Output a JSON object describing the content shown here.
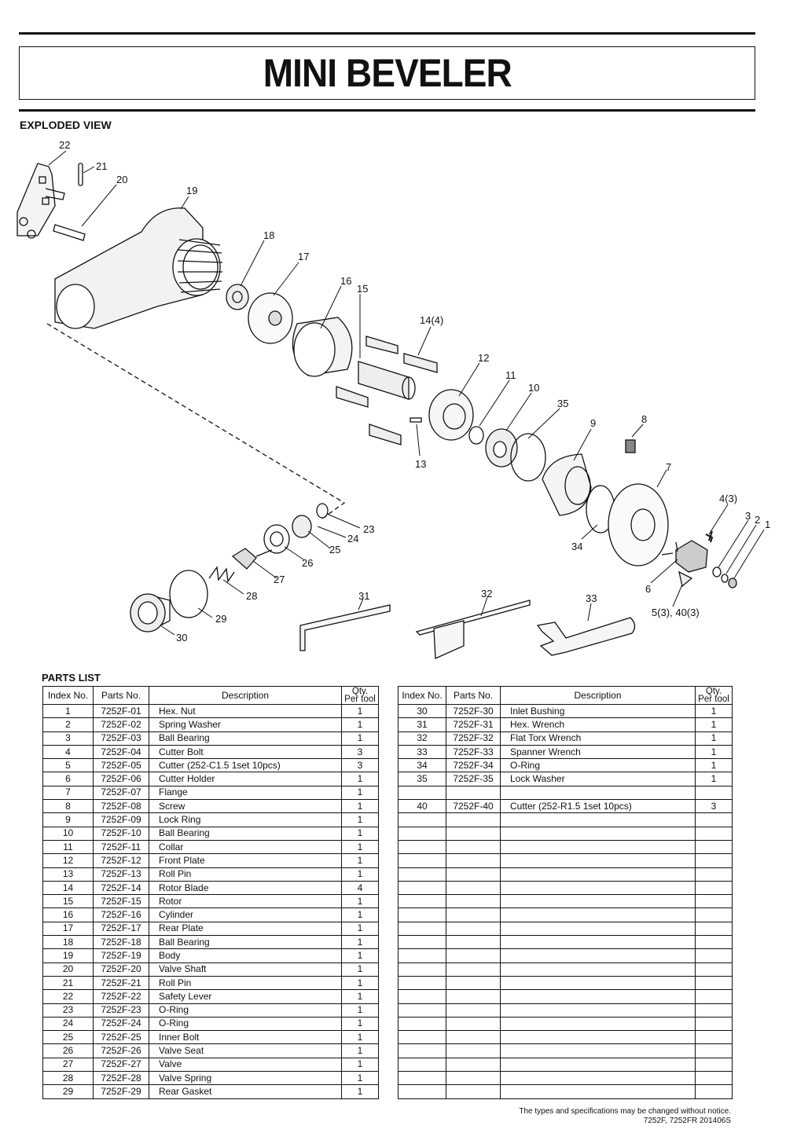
{
  "title": "MINI BEVELER",
  "exploded_view_heading": "EXPLODED VIEW",
  "parts_list_heading": "PARTS LIST",
  "callouts": [
    "22",
    "21",
    "20",
    "19",
    "18",
    "17",
    "16",
    "15",
    "14(4)",
    "12",
    "11",
    "10",
    "35",
    "9",
    "8",
    "13",
    "7",
    "4(3)",
    "3",
    "2",
    "1",
    "34",
    "6",
    "5(3), 40(3)",
    "23",
    "24",
    "25",
    "26",
    "27",
    "28",
    "29",
    "30",
    "31",
    "32",
    "33"
  ],
  "table_headers": {
    "index": "Index No.",
    "parts": "Parts No.",
    "description": "Description",
    "qty_line1": "Qty.",
    "qty_line2": "Per tool"
  },
  "parts_left": [
    {
      "index": "1",
      "part": "7252F-01",
      "desc": "Hex. Nut",
      "qty": "1"
    },
    {
      "index": "2",
      "part": "7252F-02",
      "desc": "Spring Washer",
      "qty": "1"
    },
    {
      "index": "3",
      "part": "7252F-03",
      "desc": "Ball Bearing",
      "qty": "1"
    },
    {
      "index": "4",
      "part": "7252F-04",
      "desc": "Cutter Bolt",
      "qty": "3"
    },
    {
      "index": "5",
      "part": "7252F-05",
      "desc": "Cutter (252-C1.5 1set 10pcs)",
      "qty": "3"
    },
    {
      "index": "6",
      "part": "7252F-06",
      "desc": "Cutter Holder",
      "qty": "1"
    },
    {
      "index": "7",
      "part": "7252F-07",
      "desc": "Flange",
      "qty": "1"
    },
    {
      "index": "8",
      "part": "7252F-08",
      "desc": "Screw",
      "qty": "1"
    },
    {
      "index": "9",
      "part": "7252F-09",
      "desc": "Lock Ring",
      "qty": "1"
    },
    {
      "index": "10",
      "part": "7252F-10",
      "desc": "Ball Bearing",
      "qty": "1"
    },
    {
      "index": "11",
      "part": "7252F-11",
      "desc": "Collar",
      "qty": "1"
    },
    {
      "index": "12",
      "part": "7252F-12",
      "desc": "Front Plate",
      "qty": "1"
    },
    {
      "index": "13",
      "part": "7252F-13",
      "desc": "Roll Pin",
      "qty": "1"
    },
    {
      "index": "14",
      "part": "7252F-14",
      "desc": "Rotor Blade",
      "qty": "4"
    },
    {
      "index": "15",
      "part": "7252F-15",
      "desc": "Rotor",
      "qty": "1"
    },
    {
      "index": "16",
      "part": "7252F-16",
      "desc": "Cylinder",
      "qty": "1"
    },
    {
      "index": "17",
      "part": "7252F-17",
      "desc": "Rear Plate",
      "qty": "1"
    },
    {
      "index": "18",
      "part": "7252F-18",
      "desc": "Ball Bearing",
      "qty": "1"
    },
    {
      "index": "19",
      "part": "7252F-19",
      "desc": "Body",
      "qty": "1"
    },
    {
      "index": "20",
      "part": "7252F-20",
      "desc": "Valve Shaft",
      "qty": "1"
    },
    {
      "index": "21",
      "part": "7252F-21",
      "desc": "Roll Pin",
      "qty": "1"
    },
    {
      "index": "22",
      "part": "7252F-22",
      "desc": "Safety Lever",
      "qty": "1"
    },
    {
      "index": "23",
      "part": "7252F-23",
      "desc": "O-Ring",
      "qty": "1"
    },
    {
      "index": "24",
      "part": "7252F-24",
      "desc": "O-Ring",
      "qty": "1"
    },
    {
      "index": "25",
      "part": "7252F-25",
      "desc": "Inner Bolt",
      "qty": "1"
    },
    {
      "index": "26",
      "part": "7252F-26",
      "desc": "Valve Seat",
      "qty": "1"
    },
    {
      "index": "27",
      "part": "7252F-27",
      "desc": "Valve",
      "qty": "1"
    },
    {
      "index": "28",
      "part": "7252F-28",
      "desc": "Valve Spring",
      "qty": "1"
    },
    {
      "index": "29",
      "part": "7252F-29",
      "desc": "Rear Gasket",
      "qty": "1"
    }
  ],
  "parts_right": [
    {
      "index": "30",
      "part": "7252F-30",
      "desc": "Inlet Bushing",
      "qty": "1"
    },
    {
      "index": "31",
      "part": "7252F-31",
      "desc": "Hex. Wrench",
      "qty": "1"
    },
    {
      "index": "32",
      "part": "7252F-32",
      "desc": "Flat Torx Wrench",
      "qty": "1"
    },
    {
      "index": "33",
      "part": "7252F-33",
      "desc": "Spanner Wrench",
      "qty": "1"
    },
    {
      "index": "34",
      "part": "7252F-34",
      "desc": "O-Ring",
      "qty": "1"
    },
    {
      "index": "35",
      "part": "7252F-35",
      "desc": "Lock Washer",
      "qty": "1"
    },
    {
      "index": "",
      "part": "",
      "desc": "",
      "qty": ""
    },
    {
      "index": "40",
      "part": "7252F-40",
      "desc": "Cutter (252-R1.5 1set 10pcs)",
      "qty": "3"
    },
    {
      "index": "",
      "part": "",
      "desc": "",
      "qty": ""
    },
    {
      "index": "",
      "part": "",
      "desc": "",
      "qty": ""
    },
    {
      "index": "",
      "part": "",
      "desc": "",
      "qty": ""
    },
    {
      "index": "",
      "part": "",
      "desc": "",
      "qty": ""
    },
    {
      "index": "",
      "part": "",
      "desc": "",
      "qty": ""
    },
    {
      "index": "",
      "part": "",
      "desc": "",
      "qty": ""
    },
    {
      "index": "",
      "part": "",
      "desc": "",
      "qty": ""
    },
    {
      "index": "",
      "part": "",
      "desc": "",
      "qty": ""
    },
    {
      "index": "",
      "part": "",
      "desc": "",
      "qty": ""
    },
    {
      "index": "",
      "part": "",
      "desc": "",
      "qty": ""
    },
    {
      "index": "",
      "part": "",
      "desc": "",
      "qty": ""
    },
    {
      "index": "",
      "part": "",
      "desc": "",
      "qty": ""
    },
    {
      "index": "",
      "part": "",
      "desc": "",
      "qty": ""
    },
    {
      "index": "",
      "part": "",
      "desc": "",
      "qty": ""
    },
    {
      "index": "",
      "part": "",
      "desc": "",
      "qty": ""
    },
    {
      "index": "",
      "part": "",
      "desc": "",
      "qty": ""
    },
    {
      "index": "",
      "part": "",
      "desc": "",
      "qty": ""
    },
    {
      "index": "",
      "part": "",
      "desc": "",
      "qty": ""
    },
    {
      "index": "",
      "part": "",
      "desc": "",
      "qty": ""
    },
    {
      "index": "",
      "part": "",
      "desc": "",
      "qty": ""
    },
    {
      "index": "",
      "part": "",
      "desc": "",
      "qty": ""
    }
  ],
  "footer": {
    "notice": "The types and specifications may be changed without notice.",
    "model": "7252F, 7252FR  201406S"
  }
}
